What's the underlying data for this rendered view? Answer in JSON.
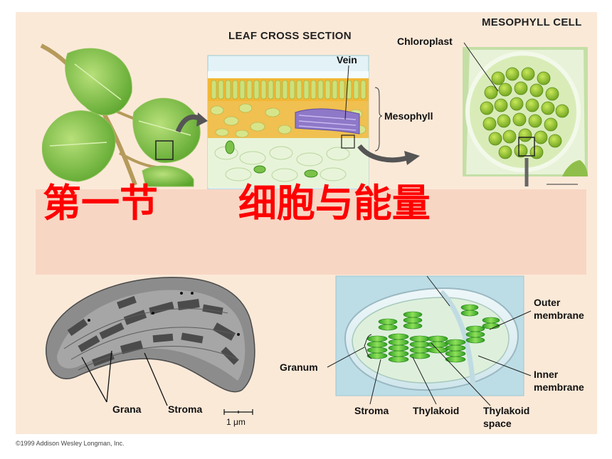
{
  "title_left": "第一节",
  "title_right": "细胞与能量",
  "sections": {
    "leaf_cross_section": "LEAF CROSS SECTION",
    "mesophyll_cell": "MESOPHYLL CELL"
  },
  "labels": {
    "chloroplast": "Chloroplast",
    "vein": "Vein",
    "mesophyll": "Mesophyll",
    "grana": "Grana",
    "stroma_micrograph": "Stroma",
    "scale_bar": "1 μm",
    "outer_membrane_line1": "Outer",
    "outer_membrane_line2": "membrane",
    "granum": "Granum",
    "inner_membrane_line1": "Inner",
    "inner_membrane_line2": "membrane",
    "stroma_diagram": "Stroma",
    "thylakoid": "Thylakoid",
    "thylakoid_space_line1": "Thylakoid",
    "thylakoid_space_line2": "space"
  },
  "copyright": "©1999 Addison Wesley Longman, Inc.",
  "colors": {
    "panel_bg": "#fbe9d8",
    "title_band": "#f8d6c4",
    "title_text": "#ff0000",
    "leaf_green": "#7dc142",
    "granum_green": "#3db82a"
  }
}
